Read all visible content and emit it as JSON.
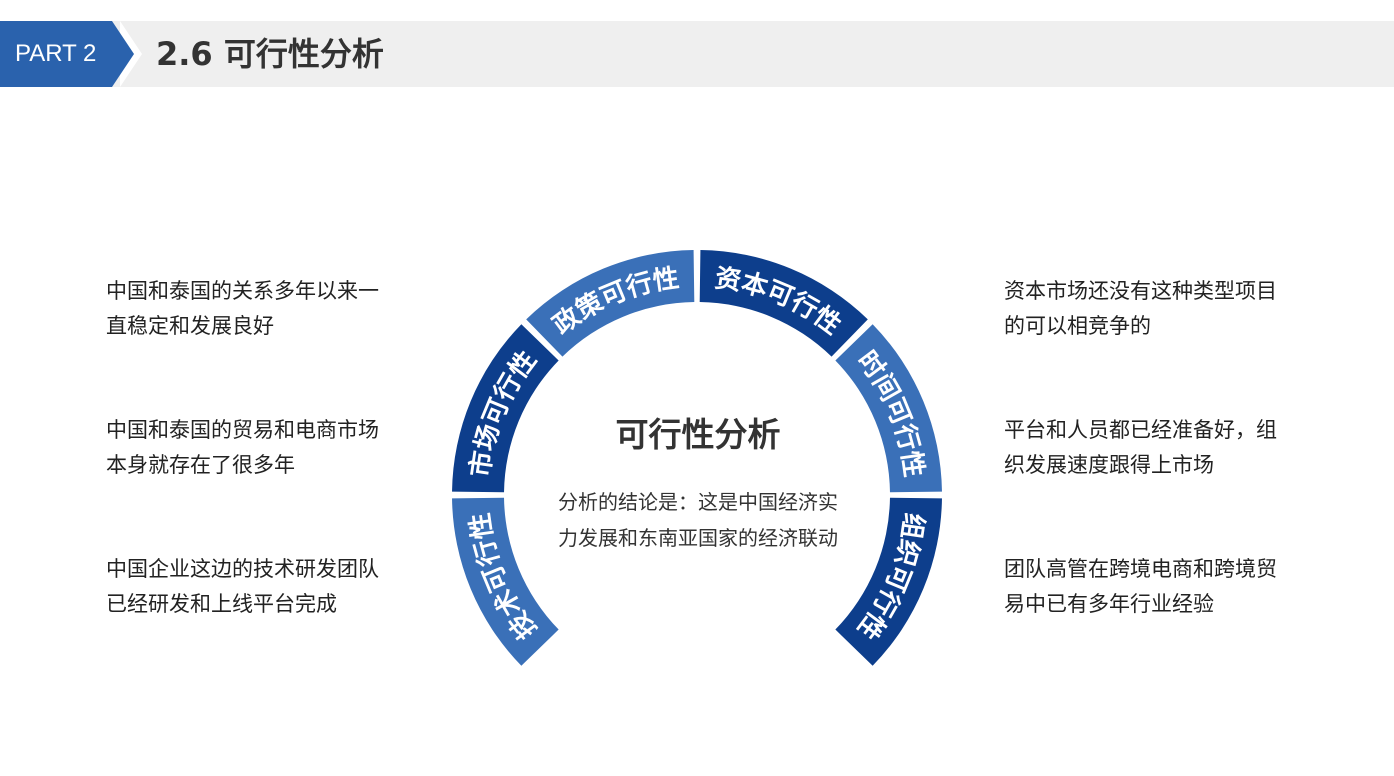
{
  "header": {
    "part_label": "PART 2",
    "title": "2.6 可行性分析"
  },
  "left_texts": [
    "中国和泰国的关系多年以来一直稳定和发展良好",
    "中国和泰国的贸易和电商市场本身就存在了很多年",
    "中国企业这边的技术研发团队已经研发和上线平台完成"
  ],
  "right_texts": [
    "资本市场还没有这种类型项目的可以相竞争的",
    "平台和人员都已经准备好，组织发展速度跟得上市场",
    "团队高管在跨境电商和跨境贸易中已有多年行业经验"
  ],
  "center": {
    "title": "可行性分析",
    "description": "分析的结论是：这是中国经济实力发展和东南亚国家的经济联动"
  },
  "segments": [
    {
      "label": "技术可行性",
      "color": "#3a70b8"
    },
    {
      "label": "市场可行性",
      "color": "#0d3e8c"
    },
    {
      "label": "政策可行性",
      "color": "#3a70b8"
    },
    {
      "label": "资本可行性",
      "color": "#0d3e8c"
    },
    {
      "label": "时间可行性",
      "color": "#3a70b8"
    },
    {
      "label": "组织可行性",
      "color": "#0d3e8c"
    }
  ],
  "colors": {
    "accent": "#2a62ad",
    "dark_blue": "#0d3e8c",
    "light_blue": "#3a70b8",
    "header_bg": "#efefef"
  }
}
